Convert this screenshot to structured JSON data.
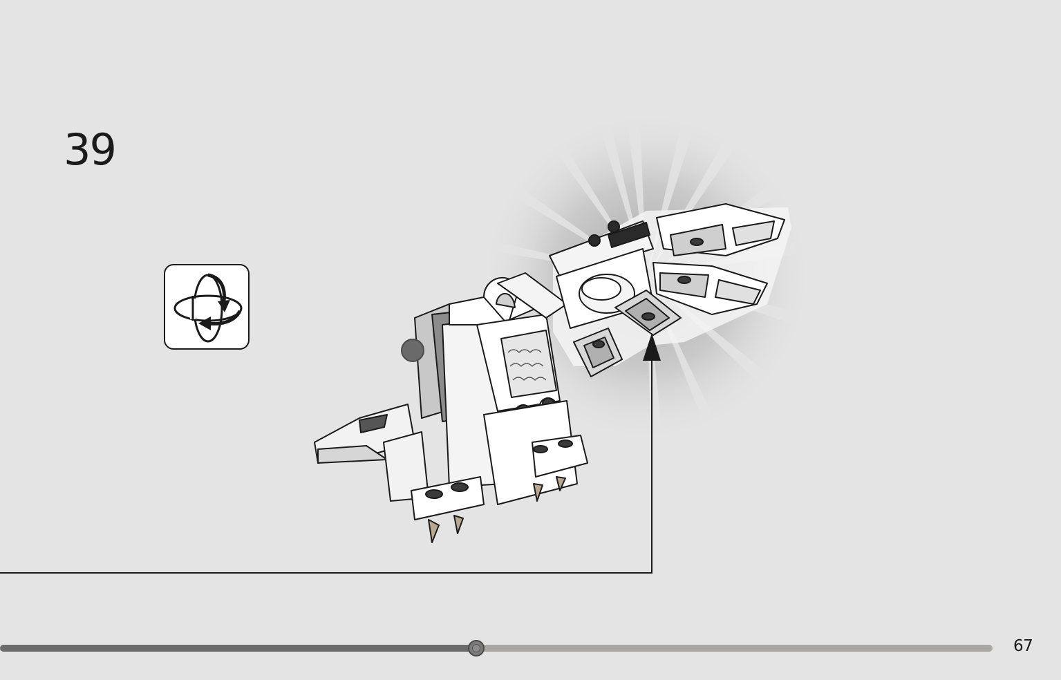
{
  "step": {
    "number": "39"
  },
  "callout": {
    "icon": "rotate-model-icon"
  },
  "illustration": {
    "icon": "lego-dinosaur-model"
  },
  "progress": {
    "fraction": 0.479
  },
  "footer": {
    "page_number": "67"
  },
  "colors": {
    "background": "#e4e4e4",
    "progress_fill": "#6b6b6b",
    "progress_track": "#aaa6a4",
    "outline": "#1a1a1a"
  }
}
